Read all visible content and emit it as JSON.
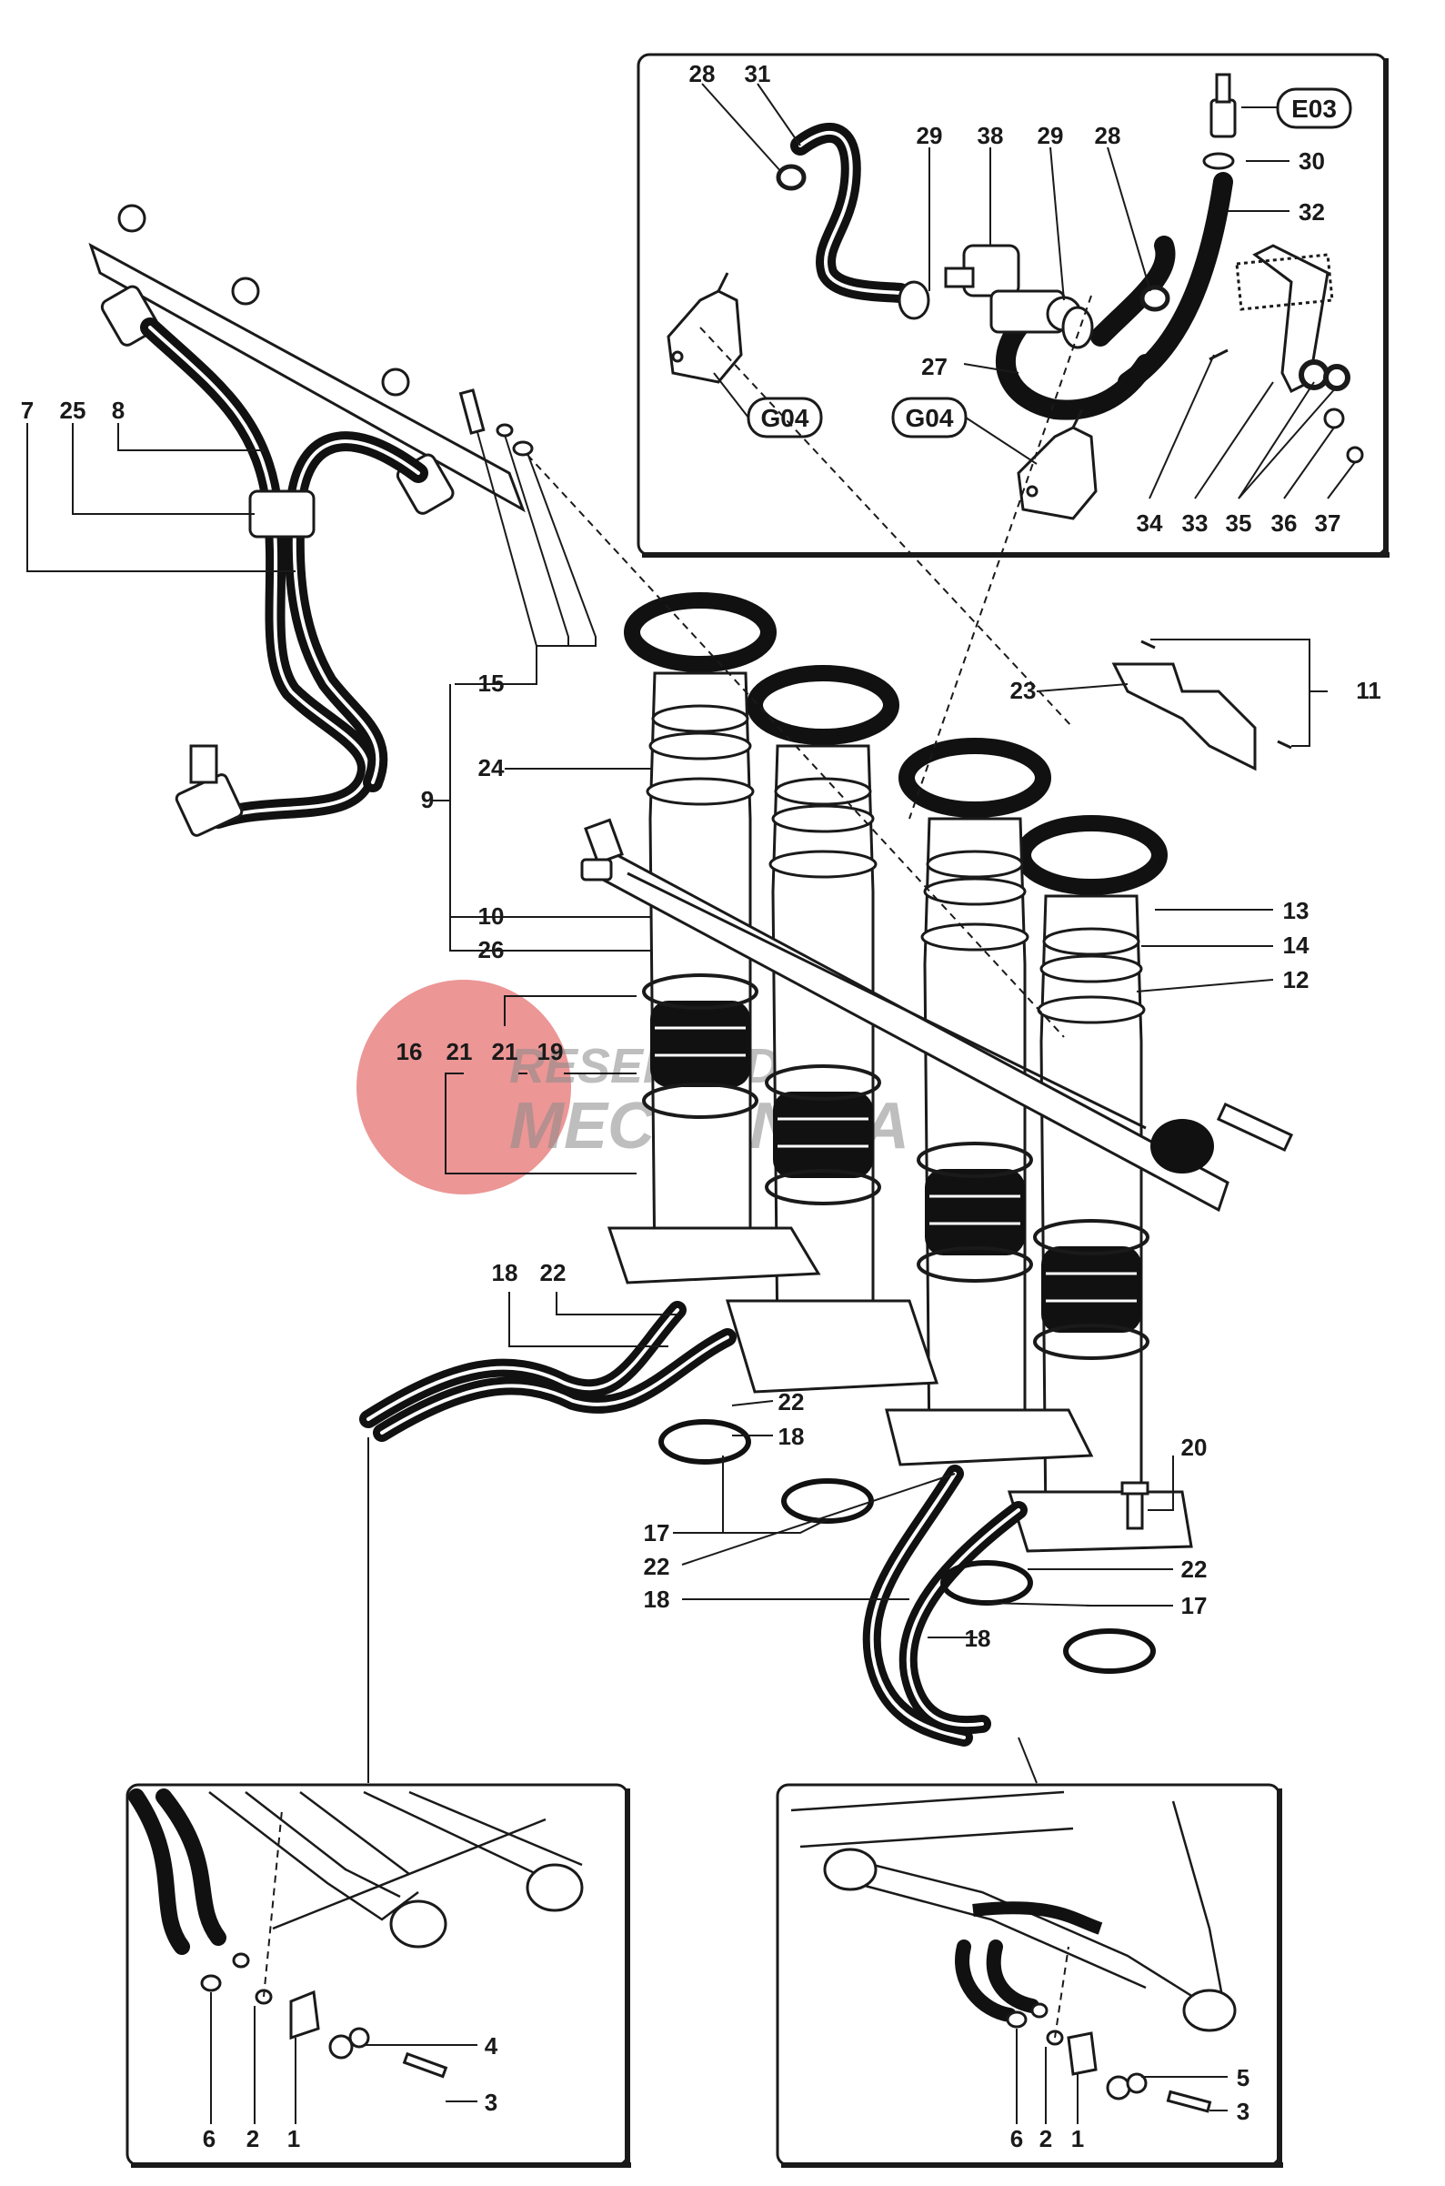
{
  "badges": {
    "e03": "E03",
    "g04_left": "G04",
    "g04_right": "G04"
  },
  "watermark": {
    "line1": "RESERVED",
    "line2": "MECCANICA",
    "color": "#e57373"
  },
  "labels": {
    "main": [
      "7",
      "25",
      "8",
      "15",
      "9",
      "24",
      "10",
      "26",
      "21",
      "21",
      "19",
      "16",
      "11",
      "23",
      "13",
      "14",
      "12",
      "18",
      "22",
      "22",
      "18",
      "17",
      "22",
      "18",
      "20",
      "22",
      "17",
      "18"
    ],
    "inset_top": [
      "28",
      "31",
      "29",
      "38",
      "29",
      "28",
      "27",
      "30",
      "32",
      "34",
      "33",
      "35",
      "36",
      "37"
    ],
    "inset_bottom_left": [
      "4",
      "3",
      "6",
      "2",
      "1"
    ],
    "inset_bottom_right": [
      "5",
      "3",
      "6",
      "2",
      "1"
    ]
  },
  "colors": {
    "line": "#1a1a1a",
    "hose": "#111111",
    "paper": "#ffffff"
  }
}
